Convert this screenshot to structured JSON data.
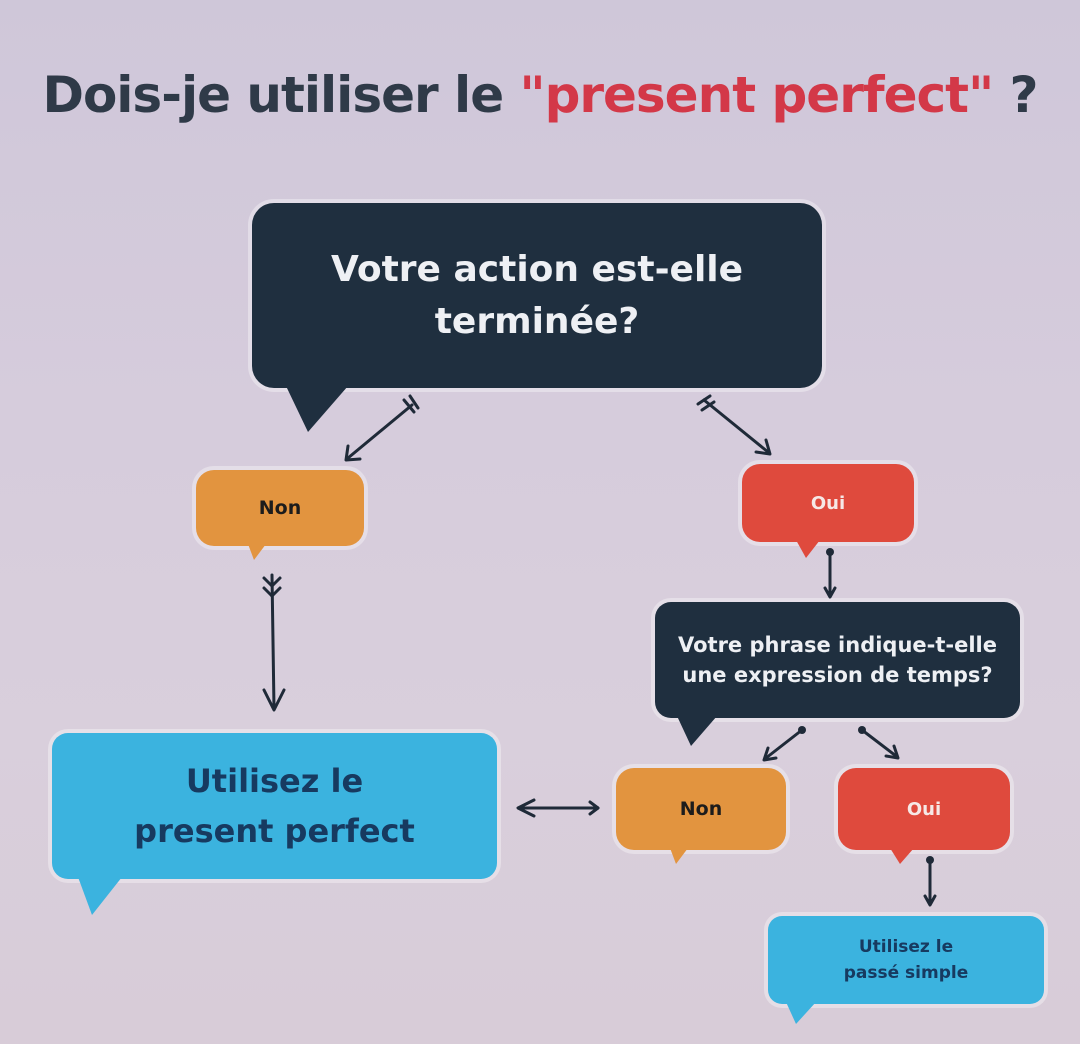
{
  "title": {
    "prefix": "Dois-je utiliser le ",
    "accent": "\"present perfect\"",
    "suffix": " ?"
  },
  "colors": {
    "background": "#d6ccdc",
    "title_dark": "#2f3a48",
    "title_accent": "#d33848",
    "question_box": "#1f2f3f",
    "non_box": "#e2943f",
    "oui_box": "#df4a3d",
    "result_box": "#3bb3df",
    "arrow": "#1f2a38"
  },
  "nodes": {
    "q1": {
      "line1": "Votre action est-elle",
      "line2": "terminée?"
    },
    "non1": {
      "label": "Non"
    },
    "oui1": {
      "label": "Oui"
    },
    "q2": {
      "line1": "Votre phrase indique-t-elle",
      "line2": "une expression de temps?"
    },
    "non2": {
      "label": "Non"
    },
    "oui2": {
      "label": "Oui"
    },
    "result_present_perfect": {
      "line1": "Utilisez le",
      "line2": "present perfect"
    },
    "result_passe_simple": {
      "line1": "Utilisez le",
      "line2": "passé simple"
    }
  },
  "edges": [
    {
      "from": "q1",
      "to": "non1"
    },
    {
      "from": "q1",
      "to": "oui1"
    },
    {
      "from": "non1",
      "to": "result_present_perfect"
    },
    {
      "from": "oui1",
      "to": "q2"
    },
    {
      "from": "q2",
      "to": "non2"
    },
    {
      "from": "q2",
      "to": "oui2"
    },
    {
      "from": "non2",
      "to": "result_present_perfect"
    },
    {
      "from": "oui2",
      "to": "result_passe_simple"
    }
  ]
}
